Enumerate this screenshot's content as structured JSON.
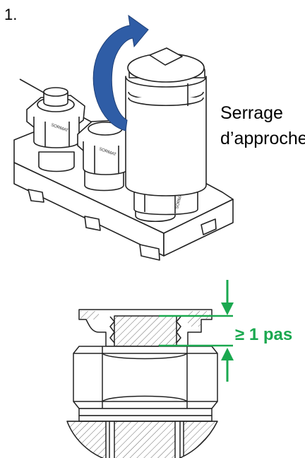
{
  "step": {
    "number": "1."
  },
  "caption": {
    "line1": "Serrage",
    "line2": "d’approche"
  },
  "pitch": {
    "label": "≥ 1 pas"
  },
  "colors": {
    "rotation_arrow": "#2f5da6",
    "dimension": "#1aa84f",
    "line": "#222222",
    "fill": "#ffffff",
    "hatch": "#6b6b6b"
  },
  "icons": {
    "rotation": "curved-arrow-icon",
    "dimension_arrows": "arrow-down-icon / arrow-up-icon"
  }
}
